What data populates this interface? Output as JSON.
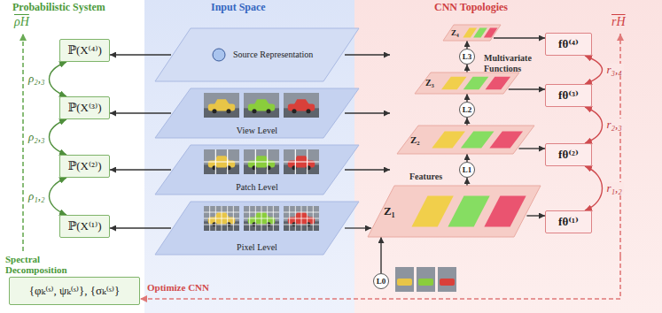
{
  "diagram": {
    "nodes": [
      {
        "text": [
          "ℙ(X⁽⁴⁾)"
        ]
      },
      {
        "text": [
          "ℙ(X⁽³⁾)"
        ]
      },
      {
        "text": [
          "ℙ(X⁽²⁾)"
        ]
      },
      {
        "text": [
          "ℙ(X⁽¹⁾)"
        ]
      },
      {
        "text": [
          "{φₖ⁽ˢ⁾, ψₖ⁽ˢ⁾}, {σₖ⁽ˢ⁾}"
        ]
      },
      {
        "text": [
          "Source Representation"
        ]
      },
      {
        "text": [
          "View Level"
        ]
      },
      {
        "text": [
          "Patch Level"
        ]
      },
      {
        "text": [
          "Pixel Level"
        ]
      },
      {
        "text": [
          "Z₄"
        ]
      },
      {
        "text": [
          "L3"
        ]
      },
      {
        "text": [
          "Z₃"
        ]
      },
      {
        "text": [
          "L2"
        ]
      },
      {
        "text": [
          "Z₂"
        ]
      },
      {
        "text": [
          "L1"
        ]
      },
      {
        "text": [
          "Z₁"
        ]
      },
      {
        "text": [
          "L0"
        ]
      },
      {
        "text": [
          "fθ⁽⁴⁾"
        ]
      },
      {
        "text": [
          "fθ⁽³⁾"
        ]
      },
      {
        "text": [
          "fθ⁽²⁾"
        ]
      },
      {
        "text": [
          "fθ⁽¹⁾"
        ]
      }
    ],
    "edges": [
      {
        "from": 5,
        "to": 0,
        "arrow": "to"
      },
      {
        "from": 6,
        "to": 1,
        "arrow": "to"
      },
      {
        "from": 7,
        "to": 2,
        "arrow": "to"
      },
      {
        "from": 8,
        "to": 3,
        "arrow": "to"
      },
      {
        "from": 0,
        "to": 1,
        "label": "ρ₂,₃",
        "arrow": "both"
      },
      {
        "from": 1,
        "to": 2,
        "label": "ρ₂,₃",
        "arrow": "both"
      },
      {
        "from": 2,
        "to": 3,
        "label": "ρ₁,₂",
        "arrow": "both"
      },
      {
        "from": 16,
        "to": 15,
        "arrow": "to"
      },
      {
        "from": 15,
        "to": 14,
        "arrow": "to"
      },
      {
        "from": 14,
        "to": 13,
        "arrow": "to"
      },
      {
        "from": 13,
        "to": 12,
        "arrow": "to"
      },
      {
        "from": 12,
        "to": 11,
        "arrow": "to"
      },
      {
        "from": 11,
        "to": 10,
        "arrow": "to"
      },
      {
        "from": 10,
        "to": 9,
        "arrow": "to"
      },
      {
        "from": 9,
        "to": 17,
        "arrow": "to"
      },
      {
        "from": 11,
        "to": 18,
        "arrow": "to"
      },
      {
        "from": 13,
        "to": 19,
        "arrow": "to"
      },
      {
        "from": 15,
        "to": 20,
        "arrow": "to"
      },
      {
        "from": 17,
        "to": 18,
        "label": "r₃,₄",
        "arrow": "both"
      },
      {
        "from": 18,
        "to": 19,
        "label": "r₂,₃",
        "arrow": "both"
      },
      {
        "from": 19,
        "to": 20,
        "label": "r₁,₂",
        "arrow": "both"
      }
    ],
    "labels": [
      "Probabilistic System",
      "Input Space",
      "CNN Topologies",
      "ρH",
      "rH",
      "Spectral Decomposition",
      "Optimize CNN",
      "Features",
      "Multivariate Functions"
    ]
  }
}
